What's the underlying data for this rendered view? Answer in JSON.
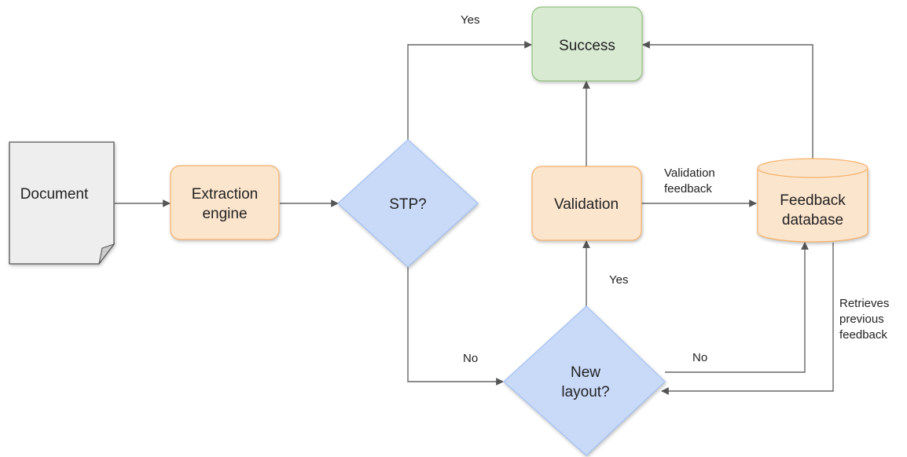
{
  "nodes": {
    "document": {
      "label": "Document",
      "fill": "#eeeeee",
      "stroke": "#555555"
    },
    "extraction": {
      "line1": "Extraction",
      "line2": "engine",
      "fill": "#fce5cd",
      "stroke": "#f6b26b"
    },
    "stp": {
      "label": "STP?",
      "fill": "#c9daf8",
      "stroke": "#a4c2f4"
    },
    "success": {
      "label": "Success",
      "fill": "#d9ead3",
      "stroke": "#93c47d"
    },
    "validation": {
      "label": "Validation",
      "fill": "#fce5cd",
      "stroke": "#f6b26b"
    },
    "feedback_db": {
      "line1": "Feedback",
      "line2": "database",
      "fill": "#fce5cd",
      "stroke": "#f6b26b"
    },
    "new_layout": {
      "line1": "New",
      "line2": "layout?",
      "fill": "#c9daf8",
      "stroke": "#a4c2f4"
    }
  },
  "edges": {
    "stp_yes": "Yes",
    "stp_no": "No",
    "layout_yes": "Yes",
    "layout_no": "No",
    "validation_feedback_line1": "Validation",
    "validation_feedback_line2": "feedback",
    "retrieves_line1": "Retrieves",
    "retrieves_line2": "previous",
    "retrieves_line3": "feedback"
  },
  "colors": {
    "edge": "#666666",
    "text": "#222222"
  }
}
